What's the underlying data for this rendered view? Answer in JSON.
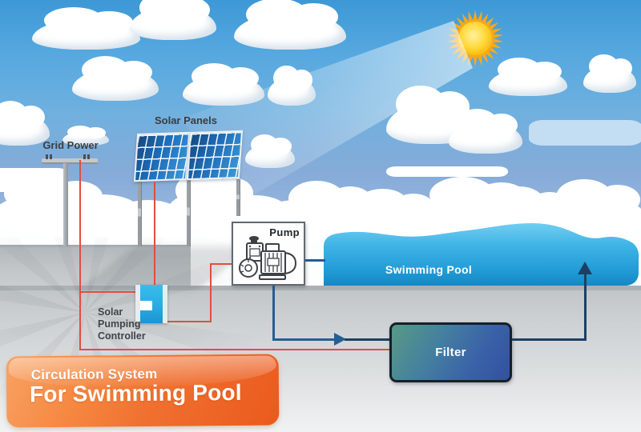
{
  "labels": {
    "grid_power": "Grid Power",
    "solar_panels": "Solar Panels",
    "pump": "Pump",
    "swimming_pool": "Swimming Pool",
    "filter": "Filter"
  },
  "controller_label": {
    "line1": "Solar",
    "line2": "Pumping",
    "line3": "Controller"
  },
  "banner": {
    "line1": "Circulation System",
    "line2": "For Swimming Pool"
  },
  "colors": {
    "wire_red": "#DF4F3F",
    "pipe_blue": "#235E97",
    "pipe_dark": "#1B4064",
    "accent_orange": "#F07030",
    "pool_blue": "#2FA8DC",
    "controller_blue": "#29ACE3",
    "panel_blue": "#1E6CB8",
    "sun_yellow": "#FFCB05"
  },
  "connections": [
    {
      "from": "Grid Power",
      "to": "Solar Pumping Controller",
      "type": "power-wire-red"
    },
    {
      "from": "Solar Panels",
      "to": "Solar Pumping Controller",
      "type": "power-wire-red"
    },
    {
      "from": "Solar Pumping Controller",
      "to": "Pump",
      "type": "power-wire-red"
    },
    {
      "from": "Grid Power",
      "to": "Filter",
      "type": "power-wire-red"
    },
    {
      "from": "Pump",
      "to": "Swimming Pool",
      "type": "water-pipe-blue"
    },
    {
      "from": "Pump",
      "to": "Filter",
      "type": "water-pipe-blue"
    },
    {
      "from": "Filter",
      "to": "Swimming Pool",
      "type": "water-pipe-blue"
    }
  ]
}
